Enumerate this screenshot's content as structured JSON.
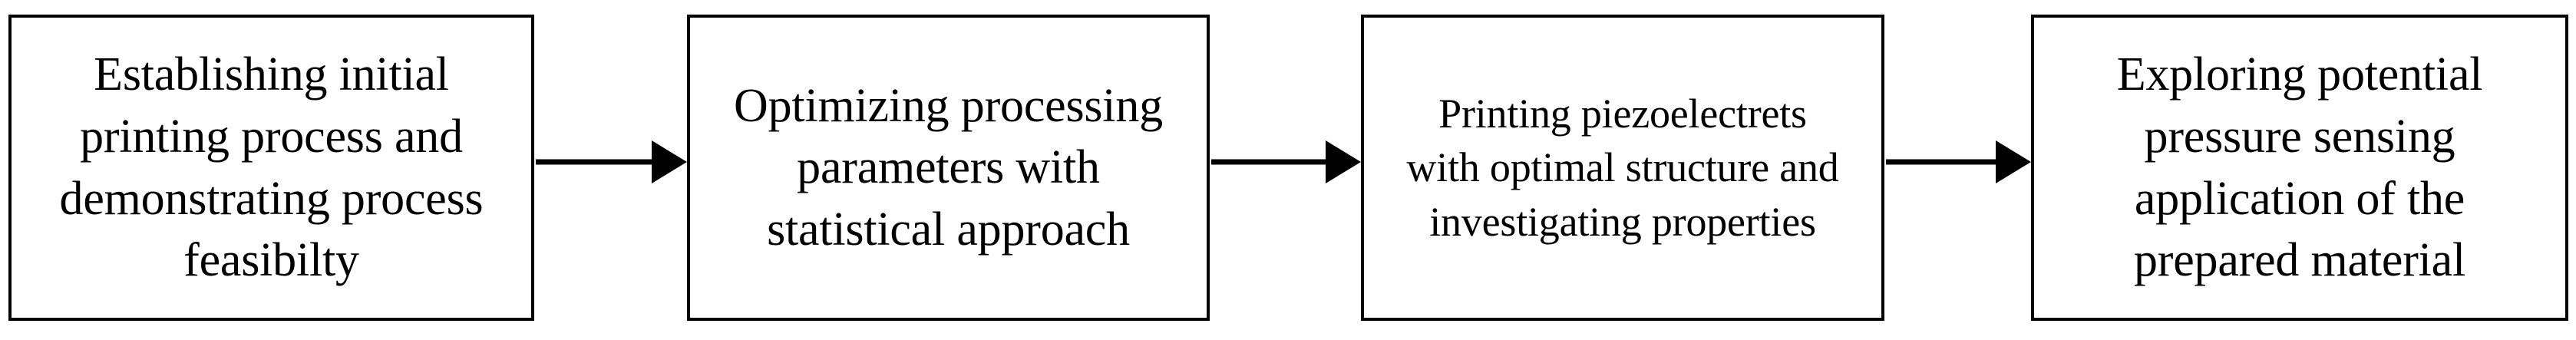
{
  "diagram": {
    "type": "flowchart",
    "orientation": "horizontal",
    "background_color": "#ffffff",
    "line_color": "#000000",
    "text_color": "#000000",
    "nodes": [
      {
        "id": "node-1",
        "name": "establishing-initial-printing-process",
        "text": "Establishing initial\nprinting process and\ndemonstrating process\nfeasibilty",
        "lines": [
          "Establishing initial",
          "printing process and",
          "demonstrating process",
          "feasibilty"
        ],
        "shape": "rectangle"
      },
      {
        "id": "node-2",
        "name": "optimizing-processing-parameters",
        "text": "Optimizing processing\nparameters with\nstatistical approach",
        "lines": [
          "Optimizing processing",
          "parameters with",
          "statistical approach"
        ],
        "shape": "rectangle"
      },
      {
        "id": "node-3",
        "name": "printing-piezoelectrets",
        "text": "Printing piezoelectrets\nwith optimal structure and\ninvestigating properties",
        "lines": [
          "Printing piezoelectrets",
          "with optimal structure and",
          "investigating properties"
        ],
        "shape": "rectangle"
      },
      {
        "id": "node-4",
        "name": "exploring-pressure-sensing-application",
        "text": "Exploring potential\npressure sensing\napplication of the\nprepared material",
        "lines": [
          "Exploring potential",
          "pressure sensing",
          "application of the",
          "prepared material"
        ],
        "shape": "rectangle"
      }
    ],
    "edges": [
      {
        "id": "edge-1-2",
        "from": "node-1",
        "to": "node-2",
        "style": "solid-arrow",
        "label": ""
      },
      {
        "id": "edge-2-3",
        "from": "node-2",
        "to": "node-3",
        "style": "solid-arrow",
        "label": ""
      },
      {
        "id": "edge-3-4",
        "from": "node-3",
        "to": "node-4",
        "style": "solid-arrow",
        "label": ""
      }
    ]
  }
}
